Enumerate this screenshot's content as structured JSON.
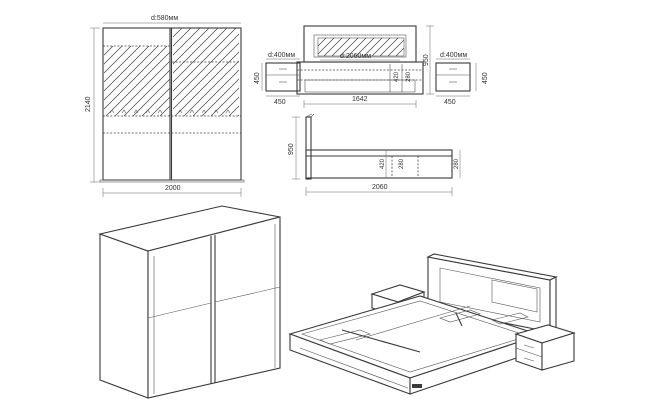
{
  "wardrobe_plan": {
    "depth_label": "d:580мм",
    "height_label": "2140",
    "width_label": "2000"
  },
  "bed_top": {
    "depth_label": "d:2060мм",
    "height_label": "950",
    "width_label": "1642",
    "inner_labels": [
      "420",
      "280"
    ]
  },
  "nightstand_left": {
    "depth_label": "d:400мм",
    "height_label": "450",
    "width_label": "450"
  },
  "nightstand_right": {
    "depth_label": "d:400мм",
    "height_label": "450",
    "width_label": "450"
  },
  "bed_side": {
    "height_label": "950",
    "length_label": "2060",
    "inner_labels": [
      "420",
      "280",
      "280"
    ]
  }
}
